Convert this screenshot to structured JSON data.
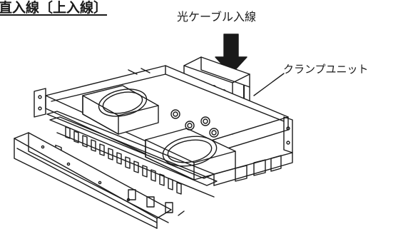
{
  "title": "直入線〔上入線〕",
  "labels": {
    "cable_entry": "光ケーブル入線",
    "clamp_unit": "クランプユニット"
  },
  "colors": {
    "line": "#1a1a1a",
    "arrow": "#1a1a1a",
    "background": "#ffffff"
  },
  "icons": {
    "arrow": "down-arrow"
  }
}
